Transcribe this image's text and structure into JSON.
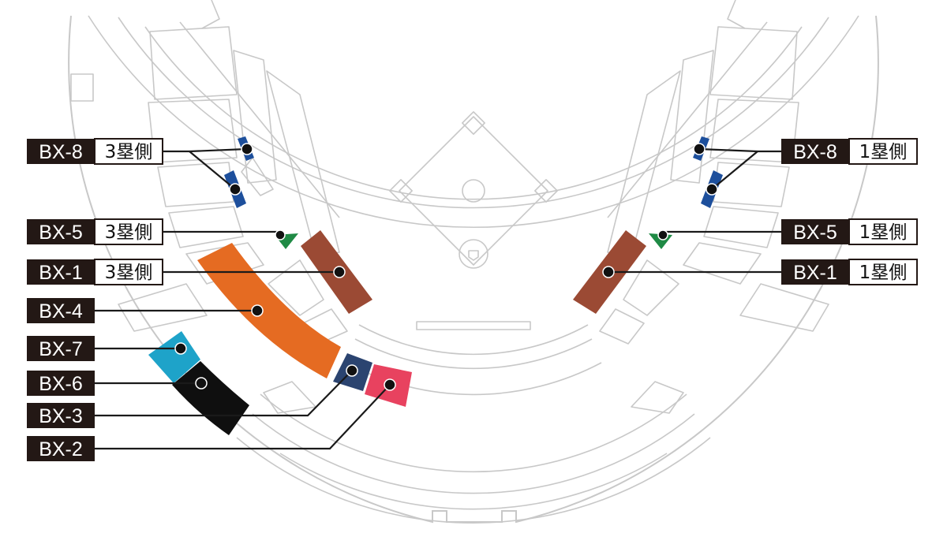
{
  "legend": {
    "bx8_left": {
      "code": "BX-8",
      "side": "3塁側"
    },
    "bx5_left": {
      "code": "BX-5",
      "side": "3塁側"
    },
    "bx1_left": {
      "code": "BX-1",
      "side": "3塁側"
    },
    "bx4": {
      "code": "BX-4"
    },
    "bx7": {
      "code": "BX-7"
    },
    "bx6": {
      "code": "BX-6"
    },
    "bx3": {
      "code": "BX-3"
    },
    "bx2": {
      "code": "BX-2"
    },
    "bx8_right": {
      "code": "BX-8",
      "side": "1塁側"
    },
    "bx5_right": {
      "code": "BX-5",
      "side": "1塁側"
    },
    "bx1_right": {
      "code": "BX-1",
      "side": "1塁側"
    }
  },
  "colors": {
    "bx1": "#9b4a34",
    "bx2": "#e8425f",
    "bx3": "#2b4470",
    "bx4": "#e56b22",
    "bx5": "#1f8a45",
    "bx6": "#0f0f0f",
    "bx7": "#1ea3c9",
    "bx8": "#1d4f9c",
    "label_bg": "#231815",
    "outline": "#c8c8c8"
  }
}
